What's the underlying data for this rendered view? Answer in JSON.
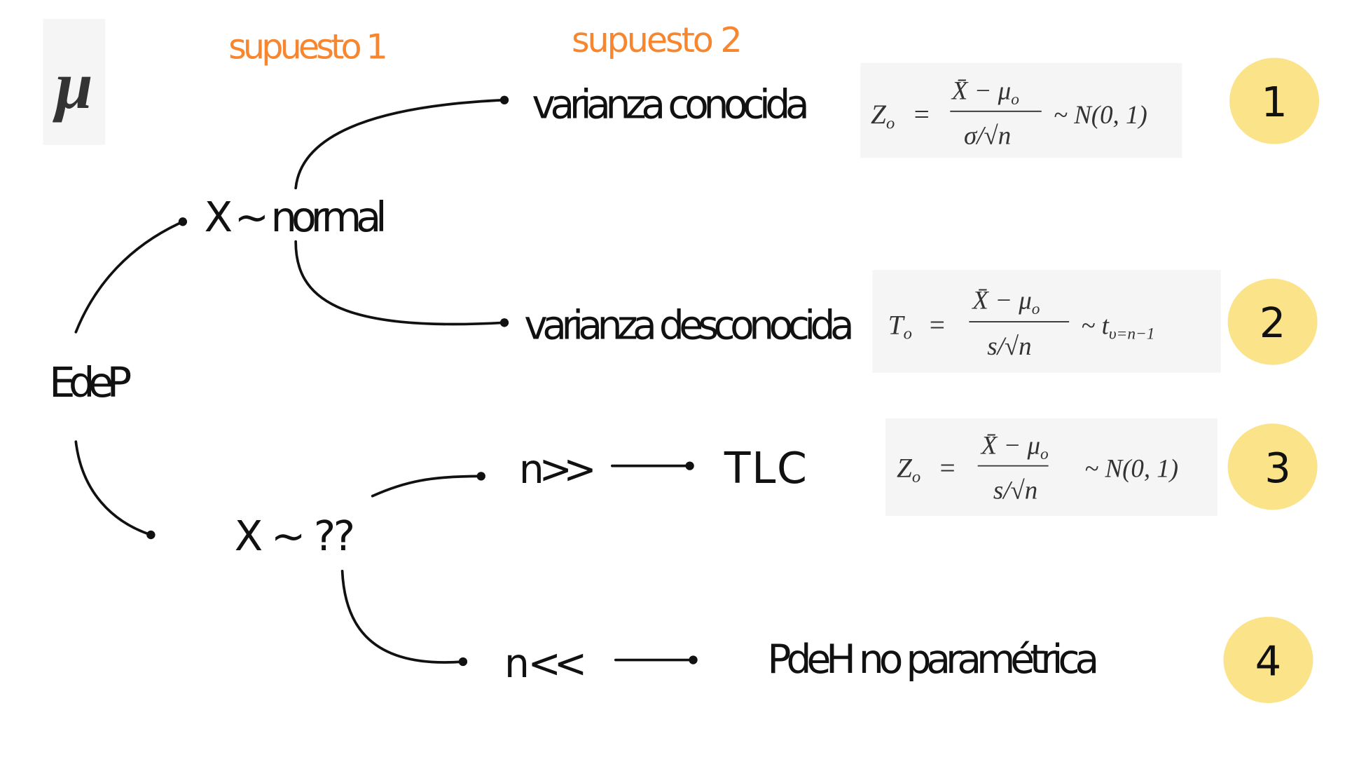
{
  "symbol": "μ",
  "headers": {
    "assumption1": "supuesto 1",
    "assumption2": "supuesto 2"
  },
  "nodes": {
    "root": "EdeP",
    "normal": "X ~ normal",
    "unknown_dist": "X ~ ??",
    "known_var": "varianza conocida",
    "unknown_var": "varianza desconocida",
    "large_n": "n >>",
    "tlc": "TLC",
    "small_n": "n <<",
    "nonparam": "PdeH no paramétrica"
  },
  "formulas": [
    {
      "lhs": "Z",
      "lhs_sub": "o",
      "eq": "=",
      "num": "X̄ − μ",
      "num_sub": "o",
      "den": "σ/√n",
      "dist": "~ N(0, 1)",
      "dist_sub": ""
    },
    {
      "lhs": "T",
      "lhs_sub": "o",
      "eq": "=",
      "num": "X̄ − μ",
      "num_sub": "o",
      "den": "s/√n",
      "dist": "~ t",
      "dist_sub": "υ=n−1"
    },
    {
      "lhs": "Z",
      "lhs_sub": "o",
      "eq": "=",
      "num": "X̄ − μ",
      "num_sub": "o",
      "den": "s/√n",
      "dist": "~ N(0, 1)",
      "dist_sub": ""
    }
  ],
  "badges": [
    "1",
    "2",
    "3",
    "4"
  ],
  "colors": {
    "accent": "#f7862f",
    "badge": "#fbe38a",
    "box": "#f5f5f5"
  }
}
